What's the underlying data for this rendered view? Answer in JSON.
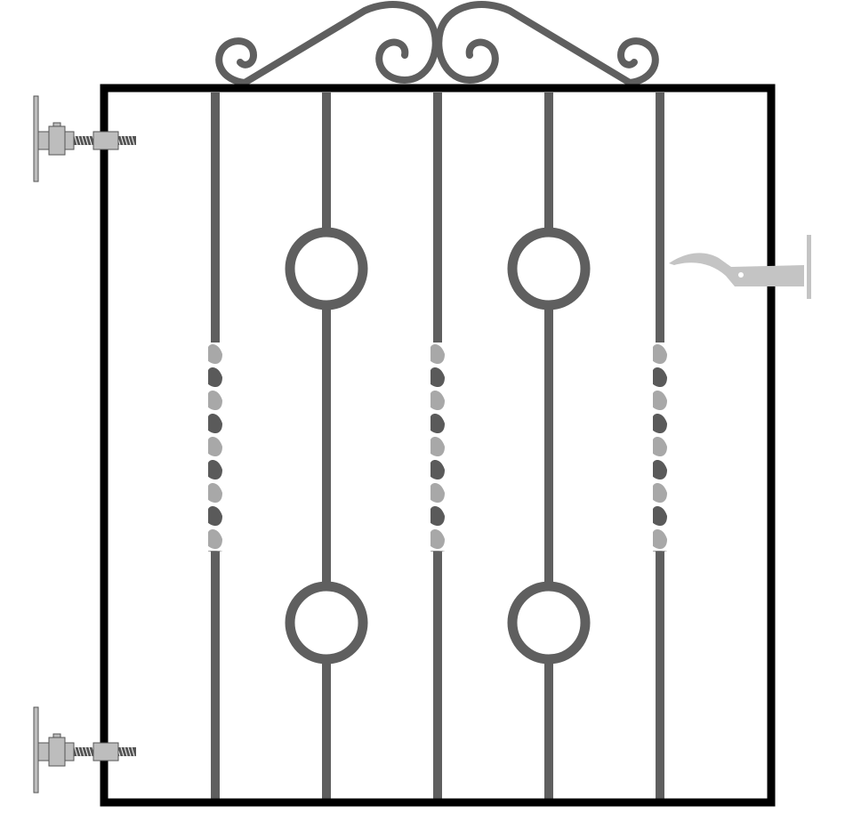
{
  "colors": {
    "background": "#ffffff",
    "frame": "#000000",
    "bar": "#5f5f5f",
    "twist_light": "#a8a8a8",
    "twist_dark": "#5a5a5a",
    "hinge_metal": "#bdbdbd",
    "hinge_outline": "#555555",
    "latch_metal": "#c4c4c4"
  },
  "gate": {
    "vertical_bars": [
      {
        "id": "bar-1",
        "style": "twisted"
      },
      {
        "id": "bar-2",
        "style": "double-ring"
      },
      {
        "id": "bar-3",
        "style": "twisted"
      },
      {
        "id": "bar-4",
        "style": "double-ring"
      },
      {
        "id": "bar-5",
        "style": "twisted"
      }
    ],
    "top_ornament": "scroll-arch",
    "hinges": [
      {
        "id": "top-hinge",
        "type": "threaded-eye-bolt"
      },
      {
        "id": "bottom-hinge",
        "type": "threaded-eye-bolt"
      }
    ],
    "latch": {
      "type": "drop-latch"
    }
  }
}
